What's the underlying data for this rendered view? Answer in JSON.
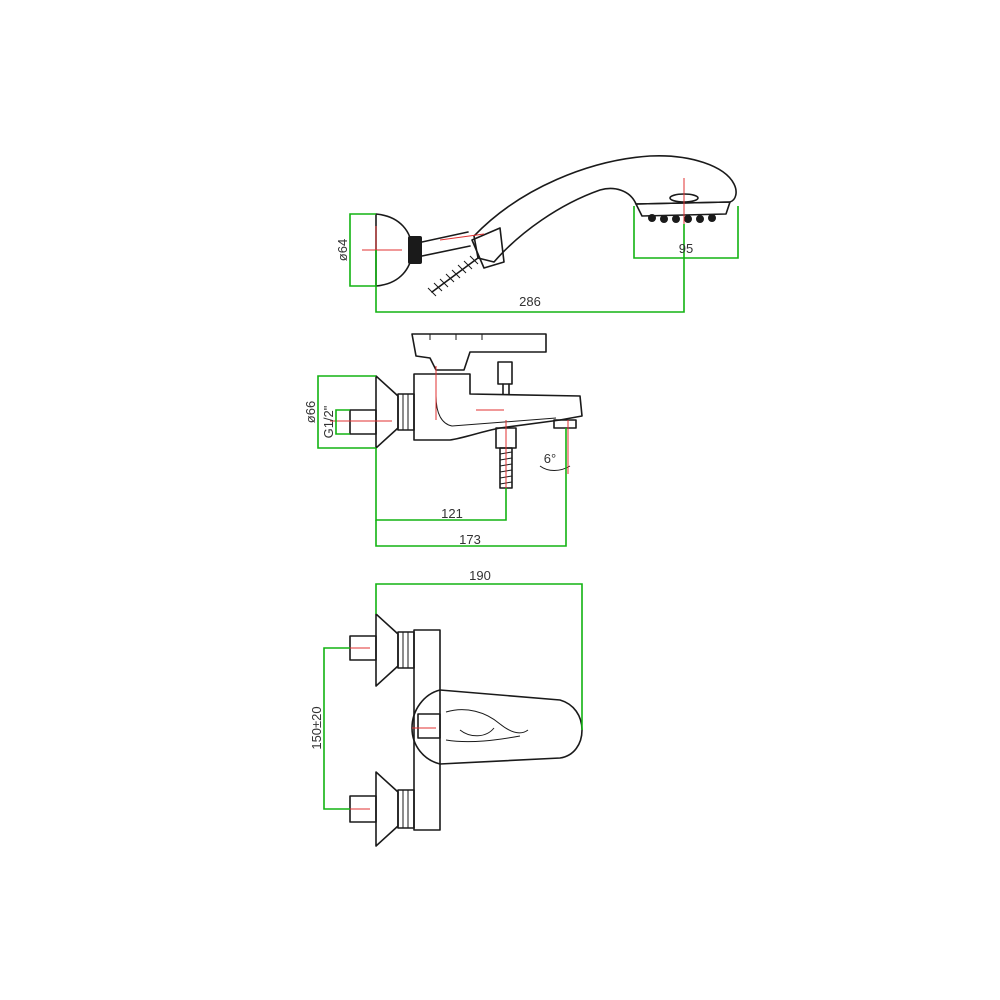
{
  "views": {
    "hand_shower": {
      "dims": {
        "width": "286",
        "head": "95",
        "diameter": "ø64"
      }
    },
    "side_view": {
      "dims": {
        "diameter": "ø66",
        "thread": "G1/2\"",
        "length_121": "121",
        "length_173": "173",
        "angle": "6°"
      }
    },
    "front_view": {
      "dims": {
        "width": "190",
        "spacing": "150±20"
      }
    }
  },
  "colors": {
    "outline": "#1a1a1a",
    "dimension": "#12b312",
    "centerline": "#e03030",
    "text": "#333333"
  }
}
